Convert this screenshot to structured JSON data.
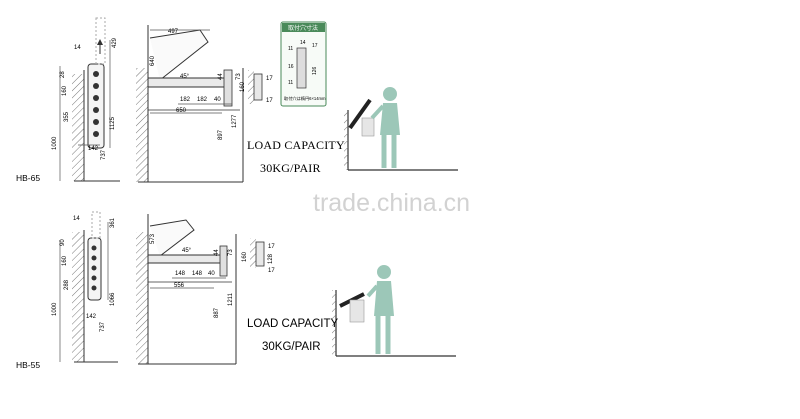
{
  "models": {
    "top": "HB-65",
    "bottom": "HB-55"
  },
  "load": {
    "top": {
      "line1": "LOAD CAPACITY",
      "line2": "30KG/PAIR"
    },
    "bottom": {
      "line1": "LOAD CAPACITY",
      "line2": "30KG/PAIR"
    }
  },
  "watermark": "trade.china.cn",
  "top_dims": {
    "d14": "14",
    "d429": "429",
    "d28": "28",
    "d160": "160",
    "d355": "355",
    "d1000": "1000",
    "d1125": "1125",
    "d737": "737",
    "d142": "142",
    "d497": "497",
    "d640": "640",
    "angle": "45°",
    "d44": "44",
    "d73": "73",
    "d182a": "182",
    "d182b": "182",
    "d40": "40",
    "d650": "650",
    "d897": "897",
    "d1277": "1277",
    "d160r": "160",
    "d17a": "17",
    "d17b": "17",
    "inset_title": "取付穴寸法",
    "inset_14": "14",
    "inset_17": "17",
    "inset_126": "126",
    "inset_11a": "11",
    "inset_11b": "11",
    "inset_16": "16",
    "inset_note": "取付穴は楕円6×14mm"
  },
  "bottom_dims": {
    "d14": "14",
    "d361": "361",
    "d90": "90",
    "d160": "160",
    "d288": "288",
    "d1000": "1000",
    "d1066": "1066",
    "d737": "737",
    "d142": "142",
    "d573": "573",
    "angle": "45°",
    "d44": "44",
    "d73": "73",
    "d148a": "148",
    "d148b": "148",
    "d40": "40",
    "d556": "556",
    "d887": "887",
    "d1211": "1211",
    "d160r": "160",
    "d17a": "17",
    "d128": "128",
    "d17b": "17"
  }
}
